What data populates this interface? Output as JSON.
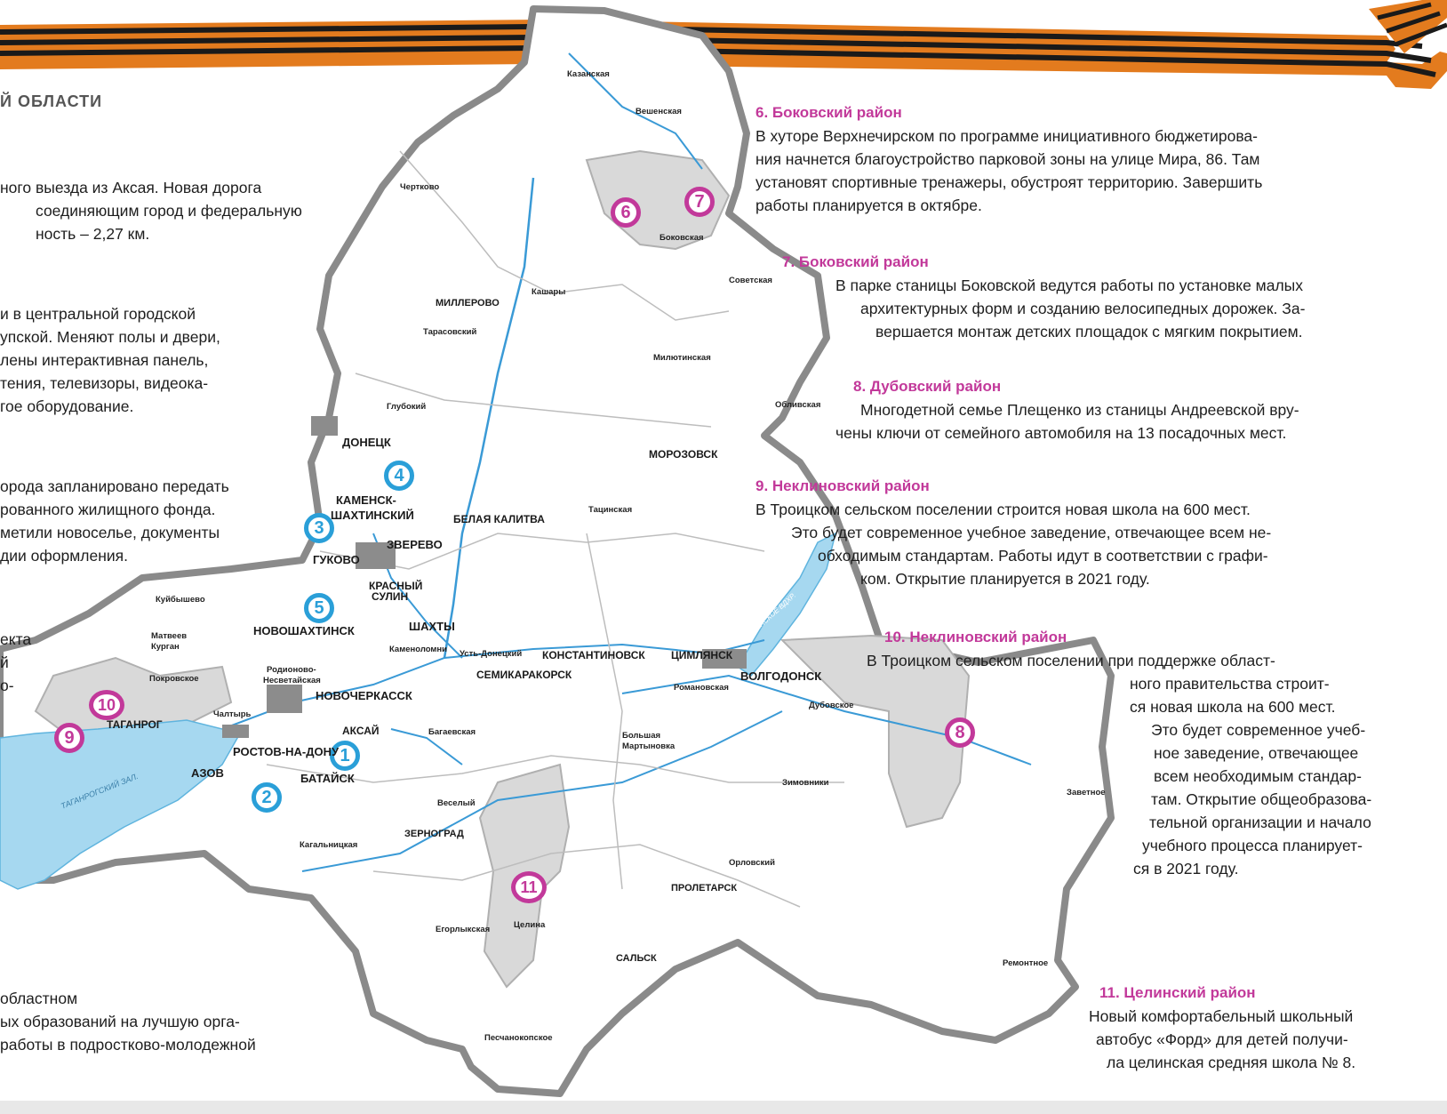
{
  "page": {
    "title": "Й ОБЛАСТИ"
  },
  "left_column": [
    "ного выезда из Аксая. Новая дорога",
    "соединяющим город и федеральную",
    "ность – 2,27 км.",
    "и в центральной городской",
    "упской. Меняют полы и двери,",
    "лены интерактивная панель,",
    "тения, телевизоры, видеока-",
    "гое оборудование.",
    "орода запланировано передать",
    "рованного жилищного фонда.",
    "метили новоселье, документы",
    "дии оформления.",
    "екта",
    "й",
    "о-",
    "областном",
    "ых образований на лучшую орга-",
    "работы в подростково-молодежной"
  ],
  "blocks": [
    {
      "num": "6",
      "heading": "6. Боковский район",
      "lines": [
        "В хуторе Верхнечирском по программе инициативного бюджетирова-",
        "ния начнется благоустройство парковой зоны на улице Мира, 86. Там",
        "установят спортивные тренажеры, обустроят территорию. Завершить",
        "работы планируется в октябре."
      ]
    },
    {
      "num": "7",
      "heading": "7. Боковский район",
      "lines": [
        "В парке станицы Боковской ведутся работы по установке малых",
        "архитектурных форм и созданию велосипедных дорожек. За-",
        "вершается монтаж детских площадок с мягким покрытием."
      ]
    },
    {
      "num": "8",
      "heading": "8. Дубовский район",
      "lines": [
        "Многодетной семье Плещенко из станицы Андреевской вру-",
        "чены ключи от семейного автомобиля на 13 посадочных мест."
      ]
    },
    {
      "num": "9",
      "heading": "9. Неклиновский район",
      "lines": [
        "В Троицком сельском поселении строится новая школа на 600 мест.",
        "Это будет современное учебное заведение, отвечающее всем не-",
        "обходимым стандартам. Работы идут в соответствии с графи-",
        "ком. Открытие планируется в 2021 году."
      ]
    },
    {
      "num": "10",
      "heading": "10. Неклиновский район",
      "lines": [
        "В Троицком сельском поселении при поддержке област-",
        "ного правительства строит-",
        "ся новая школа на 600 мест.",
        "Это будет современное учеб-",
        "ное заведение, отвечающее",
        "всем необходимым стандар-",
        "там. Открытие общеобразова-",
        "тельной организации и начало",
        "учебного процесса планирует-",
        "ся в 2021 году."
      ]
    },
    {
      "num": "11",
      "heading": "11. Целинский район",
      "lines": [
        "Новый комфортабельный школьный",
        "автобус «Форд» для детей получи-",
        "ла целинская средняя школа № 8."
      ]
    }
  ],
  "map": {
    "major_cities": [
      "ДОНЕЦК",
      "КАМЕНСК-",
      "ШАХТИНСКИЙ",
      "ЗВЕРЕВО",
      "ГУКОВО",
      "КРАСНЫЙ",
      "СУЛИН",
      "НОВОШАХТИНСК",
      "ШАХТЫ",
      "НОВОЧЕРКАССК",
      "АКСАЙ",
      "РОСТОВ-НА-ДОНУ",
      "АЗОВ",
      "БАТАЙСК",
      "ТАГАНРОГ",
      "БЕЛАЯ КАЛИТВА",
      "КОНСТАНТИНОВСК",
      "СЕМИКАРАКОРСК",
      "ЦИМЛЯНСК",
      "ВОЛГОДОНСК",
      "МОРОЗОВСК",
      "МИЛЛЕРОВО",
      "ЗЕРНОГРАД",
      "ПРОЛЕТАРСК",
      "САЛЬСК"
    ],
    "towns": [
      "Казанская",
      "Вешенская",
      "Чертково",
      "Боковская",
      "Кашары",
      "Советская",
      "Тарасовский",
      "Милютинская",
      "Глубокий",
      "Обливская",
      "Тацинская",
      "Куйбышево",
      "Матвеев",
      "Курган",
      "Покровское",
      "Чалтырь",
      "Родионово-",
      "Несветайская",
      "Каменоломни",
      "Усть-Донецкий",
      "Романовская",
      "Багаевская",
      "Дубовское",
      "Большая",
      "Мартыновка",
      "Зимовники",
      "Заветное",
      "Веселый",
      "Кагальницкая",
      "Орловский",
      "Егорлыкская",
      "Целина",
      "Ремонтное",
      "Песчанокопское"
    ],
    "water": [
      "ТАГАНРОГСКИЙ ЗАЛ.",
      "ЦИМЛЯНСКОЕ ВДХР."
    ],
    "markers": [
      "1",
      "2",
      "3",
      "4",
      "5",
      "6",
      "7",
      "8",
      "9",
      "10",
      "11"
    ],
    "colors": {
      "blue_marker": "#2a9fd8",
      "pink_marker": "#c2399a",
      "region_fill": "#ffffff",
      "border": "#8a8a8a",
      "water": "#a6d8f0",
      "highlight": "#d9d9d9",
      "urban": "#8c8c8c"
    }
  }
}
